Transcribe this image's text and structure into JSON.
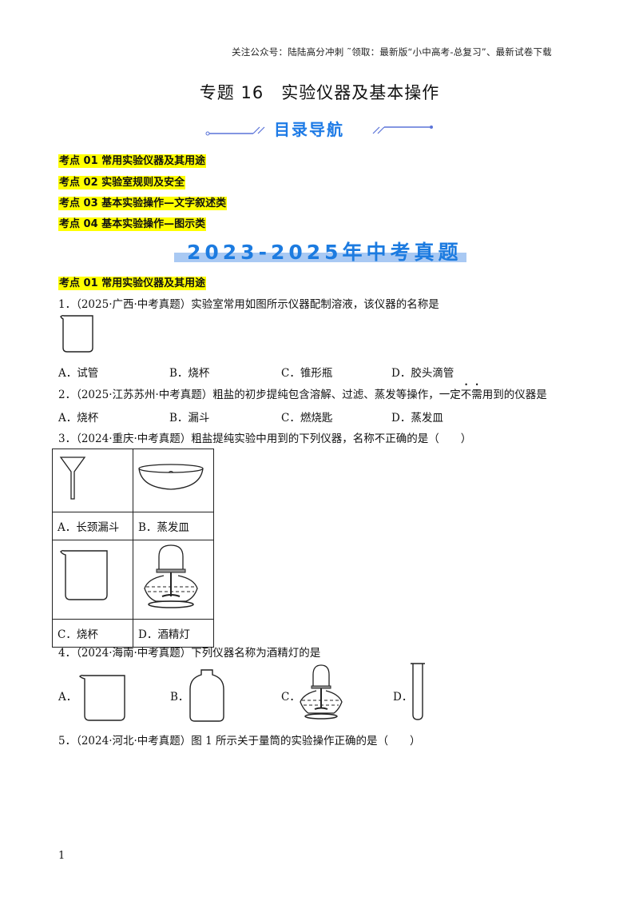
{
  "header": {
    "note": "关注公众号：陆陆高分冲刺  ˜领取：最新版“小中高考-总复习”、最新试卷下载"
  },
  "title": "专题 16　实验仪器及基本操作",
  "nav_banner": {
    "label": "目录导航",
    "color": "#1e7be6"
  },
  "toc": [
    {
      "label": "考点 01  常用实验仪器及其用途"
    },
    {
      "label": "考点 02  实验室规则及安全"
    },
    {
      "label": "考点 03  基本实验操作—文字叙述类"
    },
    {
      "label": "考点 04  基本实验操作—图示类"
    }
  ],
  "exam_banner": {
    "label": "2023-2025年中考真题",
    "color": "#1c7be0",
    "bar_color": "#a9c9f3"
  },
  "section": {
    "label": "考点 01  常用实验仪器及其用途",
    "highlight": "#ffff00"
  },
  "questions": [
    {
      "number": "1．",
      "source": "（2025·广西·中考真题）",
      "stem": "实验室常用如图所示仪器配制溶液，该仪器的名称是",
      "image": "beaker-icon",
      "options": [
        {
          "letter": "A．",
          "text": "试管"
        },
        {
          "letter": "B．",
          "text": "烧杯"
        },
        {
          "letter": "C．",
          "text": "锥形瓶"
        },
        {
          "letter": "D．",
          "text": "胶头滴管"
        }
      ]
    },
    {
      "number": "2．",
      "source": "（2025·江苏苏州·中考真题）",
      "stem_pre": "粗盐的初步提纯包含溶解、过滤、蒸发等操作，一定",
      "stem_emph1": "不",
      "stem_emph2": "需",
      "stem_post": "用到的仪器是",
      "options": [
        {
          "letter": "A．",
          "text": "烧杯"
        },
        {
          "letter": "B．",
          "text": "漏斗"
        },
        {
          "letter": "C．",
          "text": "燃烧匙"
        },
        {
          "letter": "D．",
          "text": "蒸发皿"
        }
      ]
    },
    {
      "number": "3．",
      "source": "（2024·重庆·中考真题）",
      "stem": "粗盐提纯实验中用到的下列仪器，名称不正确的是（　　）",
      "table": [
        {
          "letter": "A．",
          "text": "长颈漏斗",
          "image": "funnel-icon"
        },
        {
          "letter": "B．",
          "text": "蒸发皿",
          "image": "evaporating-dish-icon"
        },
        {
          "letter": "C．",
          "text": "烧杯",
          "image": "beaker-icon"
        },
        {
          "letter": "D．",
          "text": "酒精灯",
          "image": "alcohol-lamp-icon"
        }
      ]
    },
    {
      "number": "4．",
      "source": "（2024·海南·中考真题）",
      "stem": "下列仪器名称为酒精灯的是",
      "options": [
        {
          "letter": "A．",
          "image": "beaker-icon"
        },
        {
          "letter": "B．",
          "image": "wide-mouth-bottle-icon"
        },
        {
          "letter": "C．",
          "image": "alcohol-lamp-icon"
        },
        {
          "letter": "D．",
          "image": "test-tube-icon"
        }
      ]
    },
    {
      "number": "5．",
      "source": "（2024·河北·中考真题）",
      "stem": "图 1 所示关于量筒的实验操作正确的是（　　）"
    }
  ],
  "page_number": "1"
}
